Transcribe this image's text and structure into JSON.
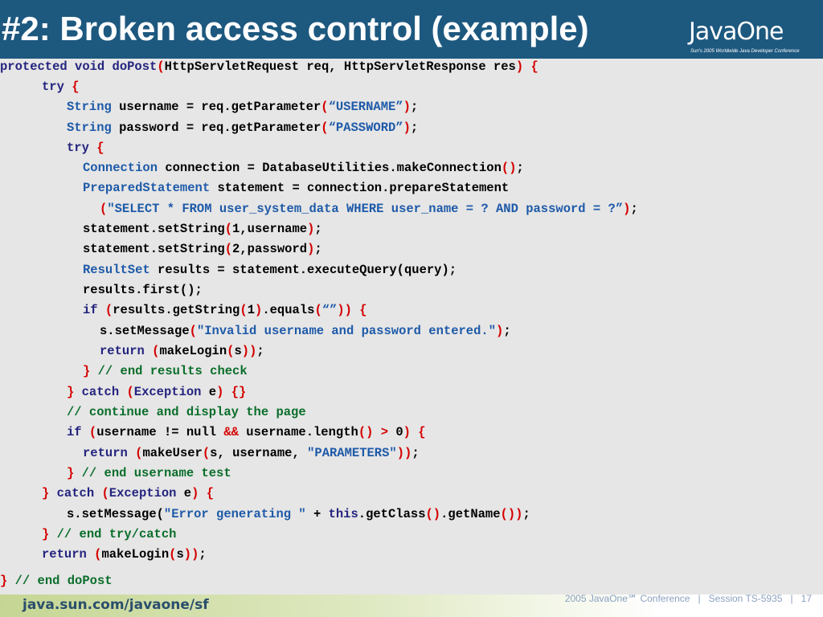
{
  "header": {
    "title": "#2: Broken access control (example)",
    "logo_text": "JavaOne",
    "logo_subtitle": "Sun's 2005 Worldwide Java Developer Conference"
  },
  "code": {
    "lines": [
      "protected void doPost(HttpServletRequest req, HttpServletResponse res) {",
      "try {",
      "String username = req.getParameter(“USERNAME”);",
      "String password = req.getParameter(“PASSWORD”);",
      "try {",
      "Connection connection = DatabaseUtilities.makeConnection();",
      "PreparedStatement statement = connection.prepareStatement",
      "(\"SELECT * FROM user_system_data WHERE user_name = ? AND password = ?”);",
      "statement.setString(1,username);",
      "statement.setString(2,password);",
      "ResultSet results = statement.executeQuery(query);",
      "results.first();",
      "if (results.getString(1).equals(“”)) {",
      "s.setMessage(\"Invalid username and password entered.\");",
      "return (makeLogin(s));",
      "} // end results check",
      "} catch (Exception e) {}",
      "// continue and display the page",
      "if (username != null && username.length() > 0) {",
      "return (makeUser(s, username, \"PARAMETERS\"));",
      "} // end username test",
      "} catch (Exception e) {",
      "s.setMessage(\"Error generating \" + this.getClass().getName());",
      "} // end try/catch",
      "return (makeLogin(s));",
      "} // end doPost"
    ]
  },
  "footer": {
    "url": "java.sun.com/javaone/sf",
    "conference": "2005 JavaOne℠ Conference",
    "separator": "|",
    "session": "Session TS-5935",
    "page": "17"
  },
  "colors": {
    "header_bg": "#1d587f",
    "code_bg": "#e6e6e6",
    "keyword": "#24247f",
    "type": "#1e5aa8",
    "bracket": "#d40000",
    "comment": "#0a6e2a"
  }
}
